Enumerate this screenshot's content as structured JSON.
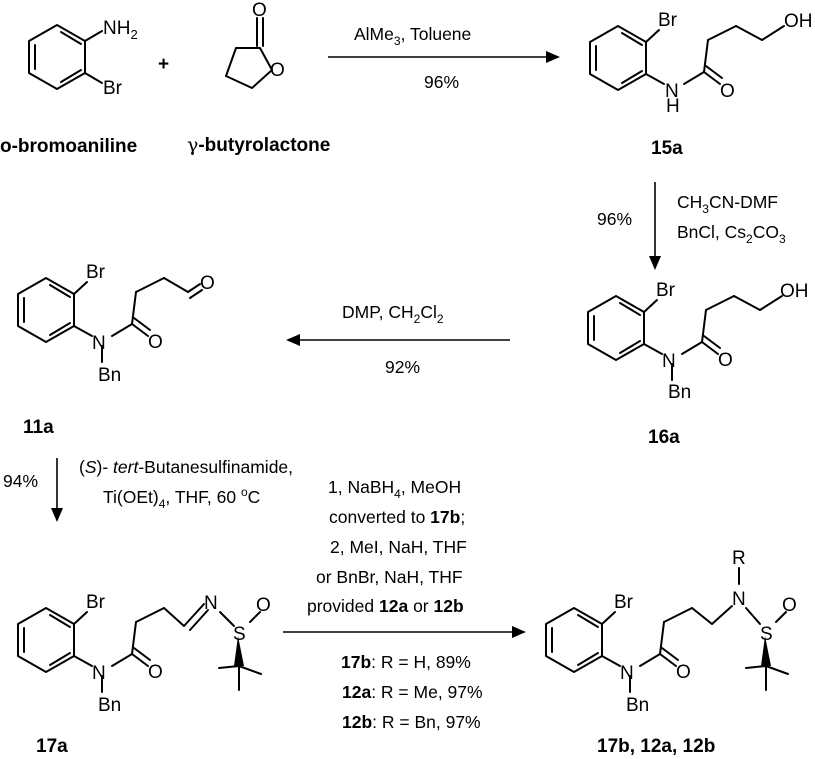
{
  "structures": {
    "o_bromoaniline": {
      "nh2": "NH",
      "nh2_sub": "2",
      "br": "Br",
      "label": "o-bromoaniline"
    },
    "butyrolactone": {
      "o_carbonyl": "O",
      "o_ring": "O",
      "label_greek": "γ",
      "label_rest": "-butyrolactone"
    },
    "plus": "+",
    "c15a": {
      "br": "Br",
      "oh": "OH",
      "n": "N",
      "h": "H",
      "o": "O",
      "label": "15a"
    },
    "c16a": {
      "br": "Br",
      "oh": "OH",
      "n": "N",
      "o": "O",
      "bn": "Bn",
      "label": "16a"
    },
    "c11a": {
      "br": "Br",
      "o_ald": "O",
      "n": "N",
      "o": "O",
      "bn": "Bn",
      "label": "11a"
    },
    "c17a": {
      "br": "Br",
      "n_imine": "N",
      "s": "S",
      "o_s": "O",
      "n": "N",
      "o": "O",
      "bn": "Bn",
      "label": "17a"
    },
    "cprod": {
      "br": "Br",
      "r": "R",
      "n_amine": "N",
      "s": "S",
      "o_s": "O",
      "n": "N",
      "o": "O",
      "bn": "Bn",
      "label": "17b, 12a, 12b"
    }
  },
  "steps": {
    "step1": {
      "reagents": "AlMe",
      "reagents_sub": "3",
      "reagents_rest": ", Toluene",
      "yield": "96%"
    },
    "step2": {
      "yield": "96%",
      "line1_a": "CH",
      "line1_sub1": "3",
      "line1_b": "CN-DMF",
      "line2_a": "BnCl, Cs",
      "line2_sub1": "2",
      "line2_b": "CO",
      "line2_sub2": "3"
    },
    "step3": {
      "reagents_a": "DMP, CH",
      "reagents_sub1": "2",
      "reagents_b": "Cl",
      "reagents_sub2": "2",
      "yield": "92%"
    },
    "step4": {
      "yield": "94%",
      "line1_open": "(",
      "line1_s": "S",
      "line1_close": ")- ",
      "line1_tert": "tert",
      "line1_rest": "-Butanesulfinamide,",
      "line2_a": "Ti(OEt)",
      "line2_sub": "4",
      "line2_b": ", THF, 60 ",
      "line2_sup": "o",
      "line2_c": "C"
    },
    "step5": {
      "line1": "1, NaBH",
      "line1_sub": "4",
      "line1_rest": ", MeOH",
      "line2_a": "converted to ",
      "line2_b": "17b",
      "line2_c": ";",
      "line3": "2, MeI, NaH, THF",
      "line4": "or BnBr, NaH, THF",
      "line5_a": "provided ",
      "line5_b": "12a",
      "line5_c": " or ",
      "line5_d": "12b",
      "y1_code": "17b",
      "y1_text": ": R = H, 89%",
      "y2_code": "12a",
      "y2_text": ": R = Me, 97%",
      "y3_code": "12b",
      "y3_text": ": R = Bn, 97%"
    }
  }
}
